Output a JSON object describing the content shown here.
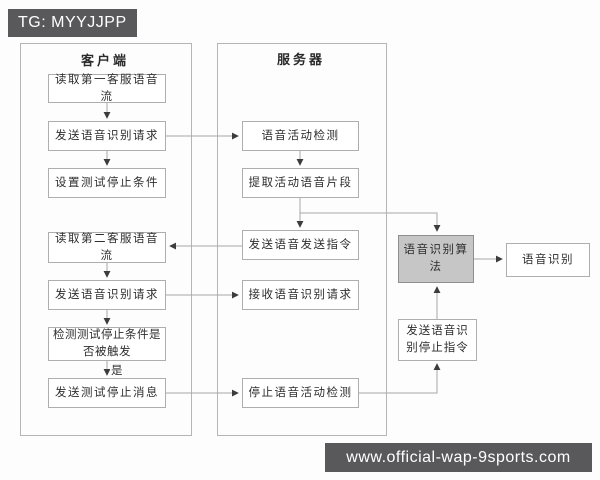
{
  "badges": {
    "tg": "TG: MYYJJPP",
    "site": "www.official-wap-9sports.com"
  },
  "client": {
    "title": "客户端",
    "nodes": {
      "read_first": "读取第一客服语音流",
      "send_req_1": "发送语音识别请求",
      "set_stop_cond": "设置测试停止条件",
      "read_second": "读取第二客服语音流",
      "send_req_2": "发送语音识别请求",
      "check_stop_cond": "检测测试停止条件是否被触发",
      "yes_label": "是",
      "send_stop_msg": "发送测试停止消息"
    }
  },
  "server": {
    "title": "服务器",
    "nodes": {
      "vad": "语音活动检测",
      "extract": "提取活动语音片段",
      "send_voice_cmd": "发送语音发送指令",
      "recv_req": "接收语音识别请求",
      "stop_vad": "停止语音活动检测"
    }
  },
  "right": {
    "nodes": {
      "asr_algo": "语音识别算法",
      "asr_result": "语音识别",
      "send_stop_cmd": "发送语音识别停止指令"
    }
  },
  "colors": {
    "badge_bg": "#59595b",
    "badge_text": "#ffffff",
    "box_fill": "#ffffff",
    "box_border": "#aeaeae",
    "algo_fill": "#c6c6c6",
    "algo_border": "#8f8f8f",
    "frame_border": "#b5b5b5",
    "line": "#a8a8a8",
    "arrowhead": "#3c3c3c",
    "text": "#2e2e2e"
  }
}
